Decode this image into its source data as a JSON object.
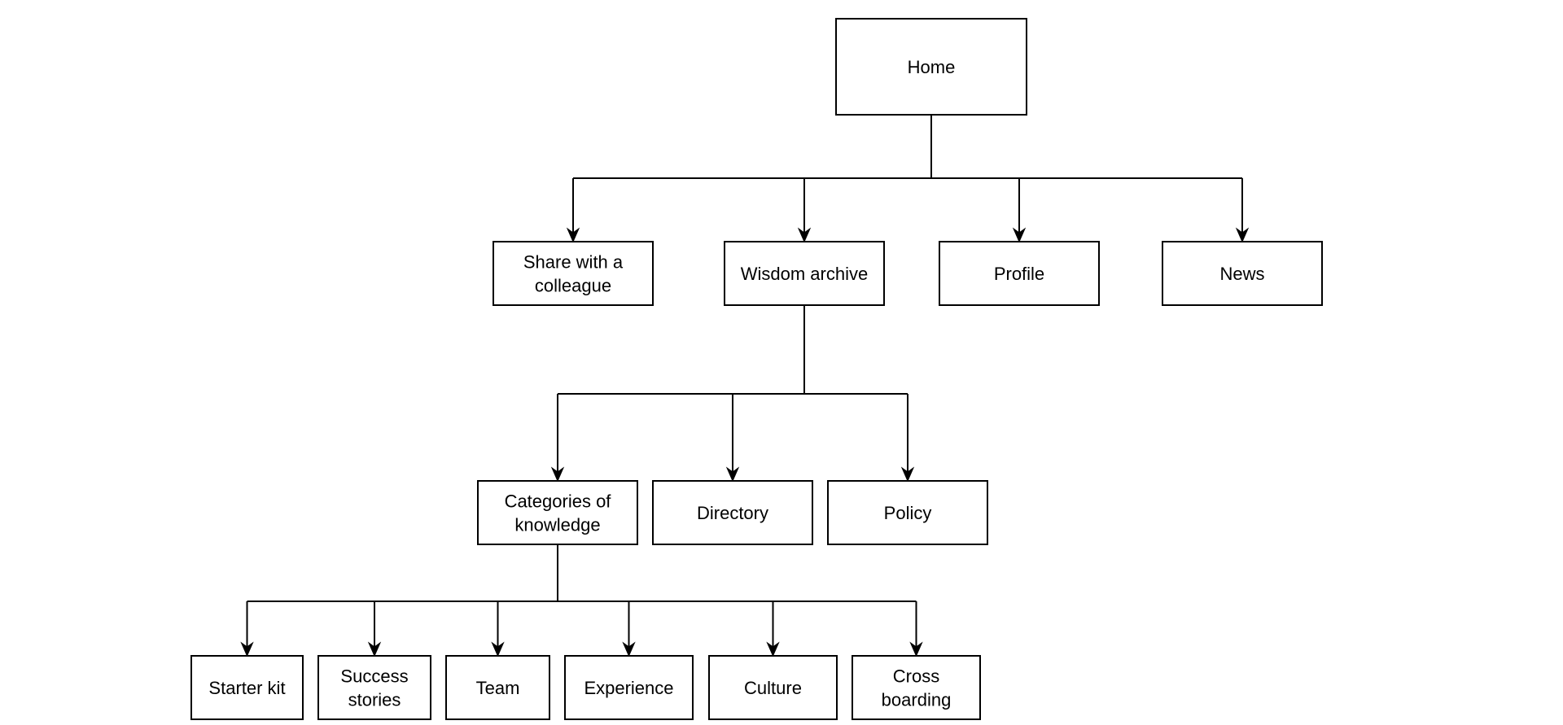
{
  "diagram": {
    "nodes": {
      "home": [
        "Home"
      ],
      "share": [
        "Share with a",
        "colleague"
      ],
      "wisdom": [
        "Wisdom archive"
      ],
      "profile": [
        "Profile"
      ],
      "news": [
        "News"
      ],
      "categories": [
        "Categories of",
        "knowledge"
      ],
      "directory": [
        "Directory"
      ],
      "policy": [
        "Policy"
      ],
      "starter": [
        "Starter kit"
      ],
      "success": [
        "Success",
        "stories"
      ],
      "team": [
        "Team"
      ],
      "experience": [
        "Experience"
      ],
      "culture": [
        "Culture"
      ],
      "cross": [
        "Cross",
        "boarding"
      ]
    },
    "edges": [
      [
        "home",
        "share"
      ],
      [
        "home",
        "wisdom"
      ],
      [
        "home",
        "profile"
      ],
      [
        "home",
        "news"
      ],
      [
        "wisdom",
        "categories"
      ],
      [
        "wisdom",
        "directory"
      ],
      [
        "wisdom",
        "policy"
      ],
      [
        "categories",
        "starter"
      ],
      [
        "categories",
        "success"
      ],
      [
        "categories",
        "team"
      ],
      [
        "categories",
        "experience"
      ],
      [
        "categories",
        "culture"
      ],
      [
        "categories",
        "cross"
      ]
    ]
  }
}
